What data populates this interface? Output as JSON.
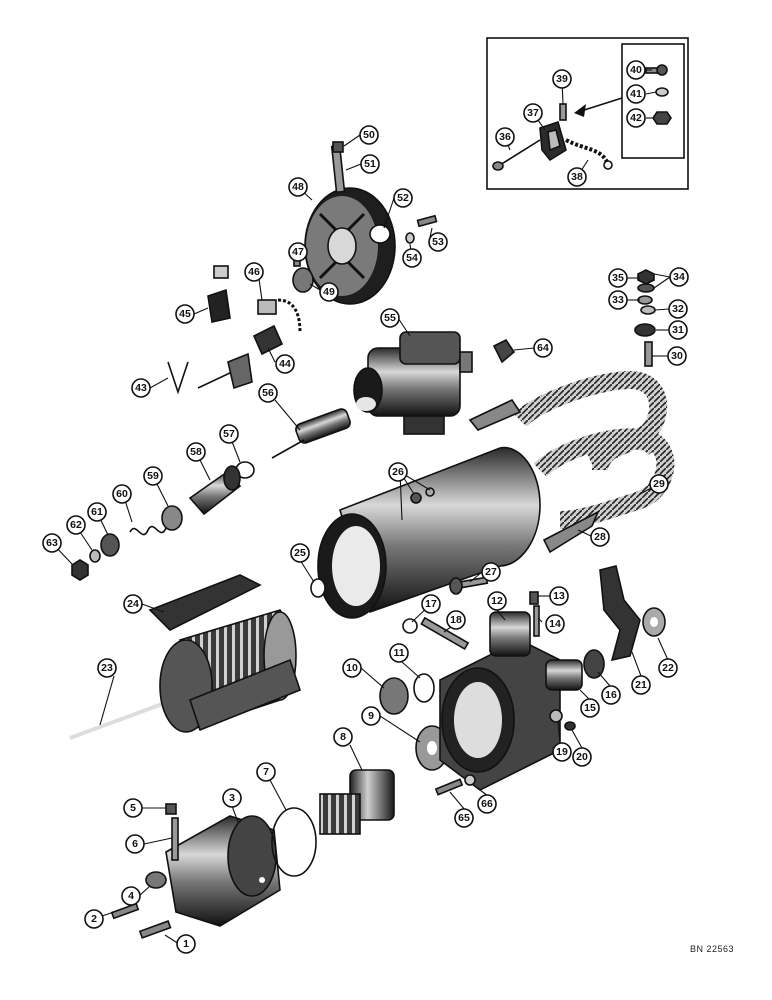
{
  "figure_reference": "BN 22563",
  "part_numbers": [
    "1",
    "2",
    "3",
    "4",
    "5",
    "6",
    "7",
    "8",
    "9",
    "10",
    "11",
    "12",
    "13",
    "14",
    "15",
    "16",
    "17",
    "18",
    "19",
    "20",
    "21",
    "22",
    "23",
    "24",
    "25",
    "26",
    "27",
    "28",
    "29",
    "30",
    "31",
    "32",
    "33",
    "34",
    "35",
    "36",
    "37",
    "38",
    "39",
    "40",
    "41",
    "42",
    "43",
    "44",
    "45",
    "46",
    "47",
    "48",
    "49",
    "50",
    "51",
    "52",
    "53",
    "54",
    "55",
    "56",
    "57",
    "58",
    "59",
    "60",
    "61",
    "62",
    "63",
    "64",
    "65",
    "66"
  ],
  "colors": {
    "ink": "#111111",
    "paper": "#ffffff",
    "shade": "#555555",
    "light": "#bdbdbd"
  }
}
